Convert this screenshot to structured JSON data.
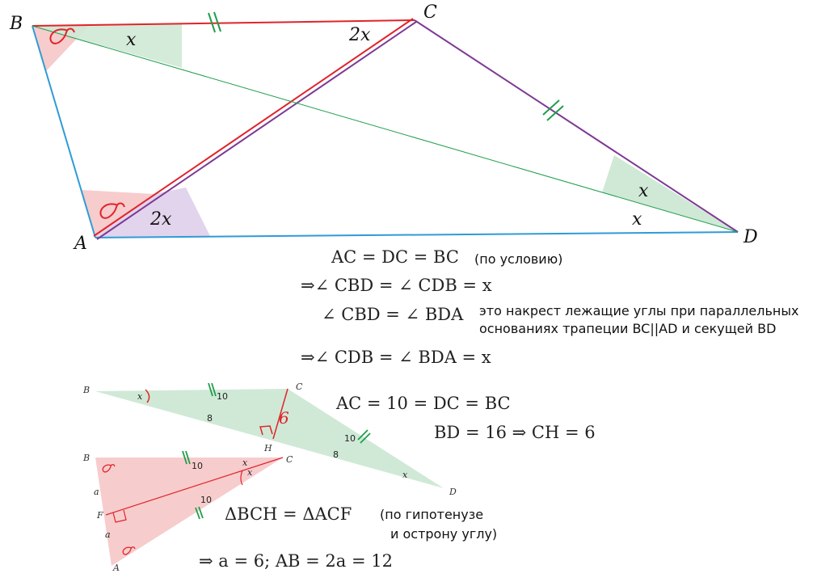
{
  "diagram": {
    "main": {
      "vertex_labels": {
        "B": "B",
        "C": "C",
        "A": "A",
        "D": "D"
      },
      "angle_labels": {
        "b_x": "x",
        "c_2x": "2x",
        "d_x1": "x",
        "d_x2": "x",
        "a_2x": "2x"
      }
    },
    "triangle_bcd": {
      "vertex_labels": {
        "B": "B",
        "C": "C",
        "D": "D",
        "H": "H"
      },
      "labels": {
        "bc": "10",
        "bh": "8",
        "ch": "6",
        "cd": "10",
        "hd": "8",
        "angle_b": "x",
        "angle_d": "x"
      }
    },
    "triangle_abc": {
      "vertex_labels": {
        "B": "B",
        "C": "C",
        "A": "A",
        "F": "F"
      },
      "labels": {
        "bc": "10",
        "ac": "10",
        "bf": "a",
        "fa": "a",
        "angle_c1": "x",
        "angle_c2": "x"
      }
    }
  },
  "notes": {
    "eq1": "AC = DC = BC",
    "eq1_note": "(по условию)",
    "eq2": "⇒∠ CBD = ∠ CDB = x",
    "eq3": "∠ CBD = ∠ BDA",
    "eq3_note_line1": "это накрест лежащие углы при параллельных",
    "eq3_note_line2": "основаниях трапеции BC||AD и секущей BD",
    "eq4": "⇒∠ CDB = ∠ BDA = x",
    "eq5": "AC = 10 = DC = BC",
    "eq6": "BD = 16 ⇒ CH = 6",
    "eq7": "ΔBCH = ΔACF",
    "eq7_note_line1": "(по гипотенузе",
    "eq7_note_line2": "и острону углу)",
    "eq8": "⇒ a = 6; AB = 2a = 12"
  },
  "colors": {
    "blue": "#2f9bd6",
    "purple": "#7d3a95",
    "red": "#e0242a",
    "green": "#1f9e4a",
    "green_fill": "#cfe9d6",
    "red_fill": "#f7cccd",
    "purple_fill": "#e2d4ec"
  }
}
